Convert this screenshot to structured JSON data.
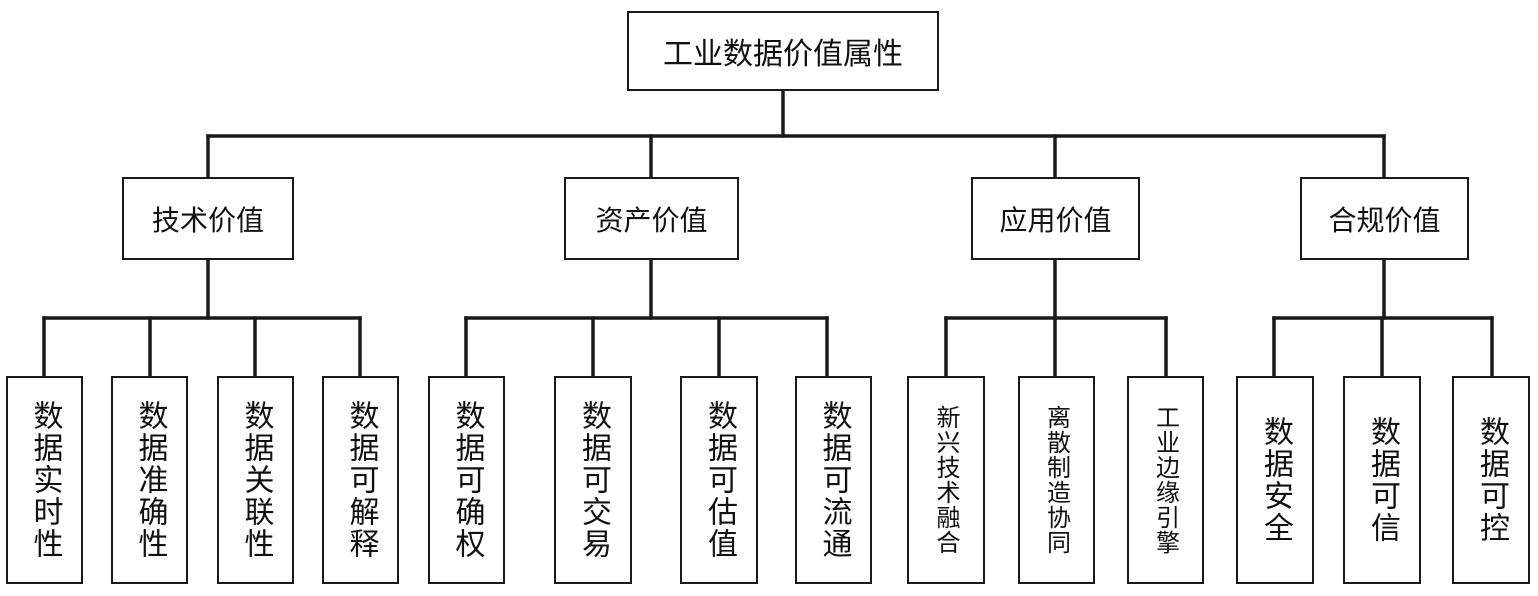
{
  "root": {
    "label": "工业数据价值属性"
  },
  "categories": [
    {
      "label": "技术价值",
      "children": [
        "数据实时性",
        "数据准确性",
        "数据关联性",
        "数据可解释"
      ]
    },
    {
      "label": "资产价值",
      "children": [
        "数据可确权",
        "数据可交易",
        "数据可估值",
        "数据可流通"
      ]
    },
    {
      "label": "应用价值",
      "children": [
        "新兴技术融合",
        "离散制造协同",
        "工业边缘引擎"
      ]
    },
    {
      "label": "合规价值",
      "children": [
        "数据安全",
        "数据可信",
        "数据可控"
      ]
    }
  ],
  "colors": {
    "line": "#1a1a1a",
    "box_border": "#1a1a1a",
    "text": "#111111",
    "background": "#ffffff"
  }
}
